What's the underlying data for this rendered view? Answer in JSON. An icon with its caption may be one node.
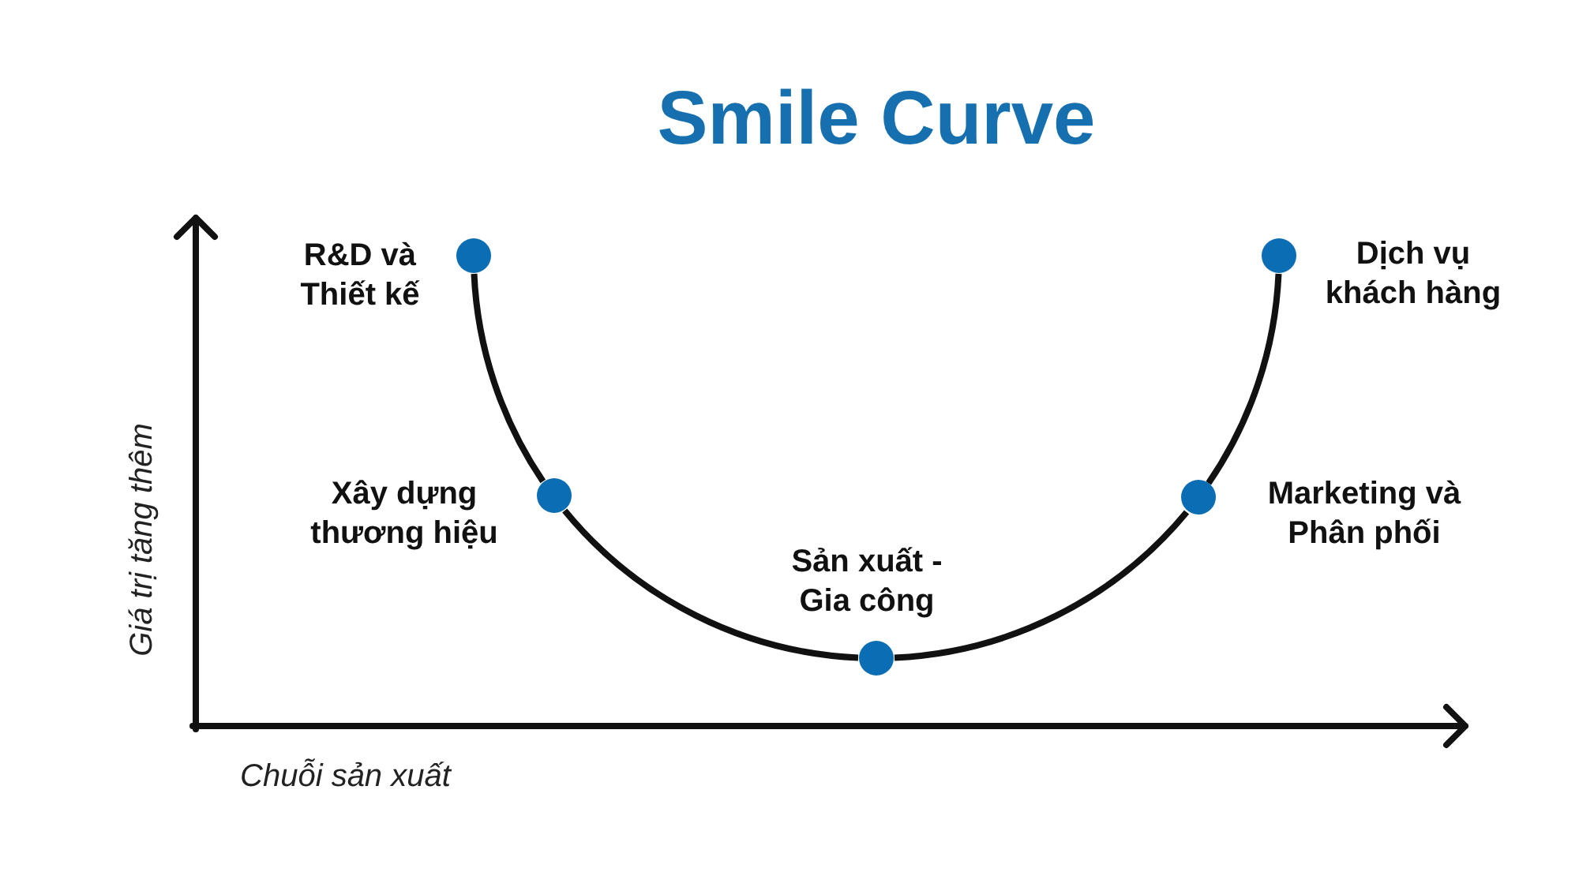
{
  "diagram": {
    "title": "Smile Curve",
    "nodes": [
      {
        "text": [],
        "shape": "circle",
        "beside": [
          "R&D và Thiết kế"
        ]
      },
      {
        "text": [],
        "shape": "circle",
        "beside": [
          "Xây dựng thương hiệu"
        ]
      },
      {
        "text": [],
        "shape": "circle",
        "beside": [
          "Sản xuất - Gia công"
        ]
      },
      {
        "text": [],
        "shape": "circle",
        "beside": [
          "Marketing và Phân phối"
        ]
      },
      {
        "text": [],
        "shape": "circle",
        "beside": [
          "Dịch vụ khách hàng"
        ]
      }
    ],
    "edges": [
      {
        "from": 0,
        "to": 1,
        "arrow": "none"
      },
      {
        "from": 1,
        "to": 2,
        "arrow": "none"
      },
      {
        "from": 2,
        "to": 3,
        "arrow": "none"
      },
      {
        "from": 3,
        "to": 4,
        "arrow": "none"
      }
    ],
    "labels": [
      "Giá trị tăng thêm",
      "Chuỗi sản xuất"
    ]
  }
}
